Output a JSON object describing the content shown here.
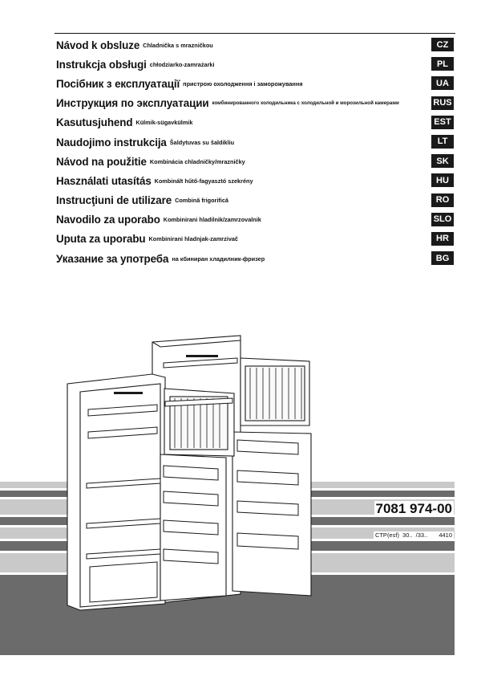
{
  "languages": [
    {
      "title": "Návod k obsluze",
      "subtitle": "Chladnička s mrazničkou",
      "code": "CZ"
    },
    {
      "title": "Instrukcja obsługi",
      "subtitle": "chłodziarko-zamrażarki",
      "code": "PL"
    },
    {
      "title": "Посібник з експлуатації",
      "subtitle": "пристрою охолодження і заморожування",
      "code": "UA"
    },
    {
      "title": "Инструкция по эксплуатации",
      "subtitle": "комбинированного холодильника с холодильной и морозильной камерами",
      "code": "RUS"
    },
    {
      "title": "Kasutusjuhend",
      "subtitle": "Külmik-sügavkülmik",
      "code": "EST"
    },
    {
      "title": "Naudojimo instrukcija",
      "subtitle": "Šaldytuvas su šaldikliu",
      "code": "LT"
    },
    {
      "title": "Návod na použitie",
      "subtitle": "Kombinácia chladničky/mrazničky",
      "code": "SK"
    },
    {
      "title": "Használati utasítás",
      "subtitle": "Kombinált hűtő-fagyasztó szekrény",
      "code": "HU"
    },
    {
      "title": "Instrucţiuni de utilizare",
      "subtitle": "Combină frigorifică",
      "code": "RO"
    },
    {
      "title": "Navodilo za uporabo",
      "subtitle": "Kombinirani hladilnik/zamrzovalnik",
      "code": "SLO"
    },
    {
      "title": "Uputa za uporabu",
      "subtitle": "Kombinirani hladnjak-zamrzivač",
      "code": "HR"
    },
    {
      "title": "Указание за употреба",
      "subtitle": "на кбинирaн хладилник-фризер",
      "code": "BG"
    }
  ],
  "footer": {
    "product_number": "7081 974-00",
    "model_code": "CTP(esf) 30.. /33..",
    "model_suffix": "4410"
  },
  "colors": {
    "stripe_dark": "#6b6b6b",
    "stripe_light": "#c9c9c9",
    "code_badge": "#1a1a1a"
  },
  "illustration": {
    "name": "open-fridge-freezer-drawing",
    "description_icon": "fridge-illustration"
  }
}
